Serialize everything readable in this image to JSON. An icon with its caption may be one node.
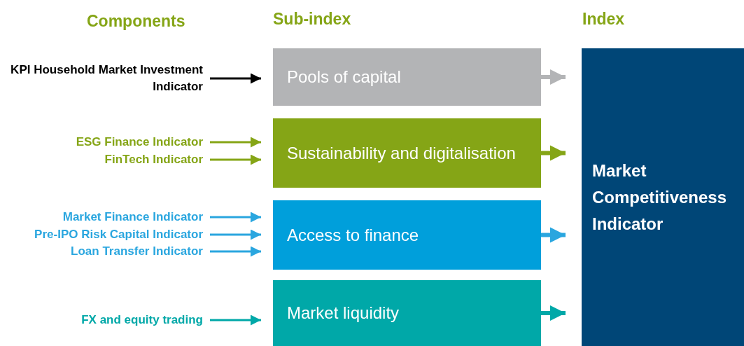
{
  "diagram": {
    "nodes": [
      {
        "text": [
          "KPI Household Market Investment Indicator"
        ]
      },
      {
        "text": [
          "ESG Finance Indicator"
        ]
      },
      {
        "text": [
          "FinTech Indicator"
        ]
      },
      {
        "text": [
          "Market Finance Indicator"
        ]
      },
      {
        "text": [
          "Pre-IPO Risk Capital Indicator"
        ]
      },
      {
        "text": [
          "Loan Transfer Indicator"
        ]
      },
      {
        "text": [
          "FX and equity trading"
        ]
      },
      {
        "text": [
          "Pools of capital"
        ]
      },
      {
        "text": [
          "Sustainability and digitalisation"
        ]
      },
      {
        "text": [
          "Access to finance"
        ]
      },
      {
        "text": [
          "Market liquidity"
        ]
      },
      {
        "text": [
          "Market Competitiveness Indicator"
        ]
      }
    ],
    "edges": [
      {
        "from": 0,
        "to": 7,
        "arrow": "to",
        "color": "#000000"
      },
      {
        "from": 1,
        "to": 8,
        "arrow": "to",
        "color": "#85a516"
      },
      {
        "from": 2,
        "to": 8,
        "arrow": "to",
        "color": "#85a516"
      },
      {
        "from": 3,
        "to": 9,
        "arrow": "to",
        "color": "#2aa6df"
      },
      {
        "from": 4,
        "to": 9,
        "arrow": "to",
        "color": "#2aa6df"
      },
      {
        "from": 5,
        "to": 9,
        "arrow": "to",
        "color": "#2aa6df"
      },
      {
        "from": 6,
        "to": 10,
        "arrow": "to",
        "color": "#00a8a8"
      },
      {
        "from": 7,
        "to": 11,
        "arrow": "to",
        "style": "thick",
        "color": "#b3b4b6"
      },
      {
        "from": 8,
        "to": 11,
        "arrow": "to",
        "style": "thick",
        "color": "#85a516"
      },
      {
        "from": 9,
        "to": 11,
        "arrow": "to",
        "style": "thick",
        "color": "#2aa6df"
      },
      {
        "from": 10,
        "to": 11,
        "arrow": "to",
        "style": "thick",
        "color": "#00a8a8"
      }
    ],
    "labels": [
      "Components",
      "Sub-index",
      "Index"
    ]
  }
}
